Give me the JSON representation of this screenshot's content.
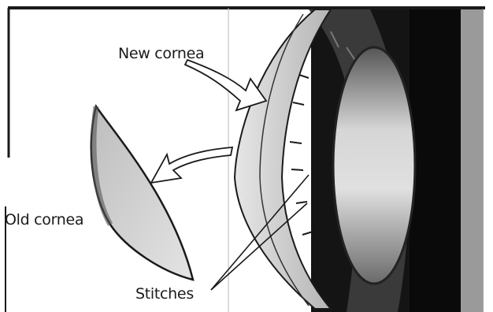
{
  "labels": {
    "new_cornea": "New cornea",
    "old_cornea": "Old cornea",
    "stitches": "Stitches"
  },
  "colors": {
    "ink": "#1a1a1a",
    "background": "#ffffff",
    "eye_dark": "#141414",
    "cornea_fill": "#c8c8c8",
    "lens_fill": "#8a8a8a"
  }
}
